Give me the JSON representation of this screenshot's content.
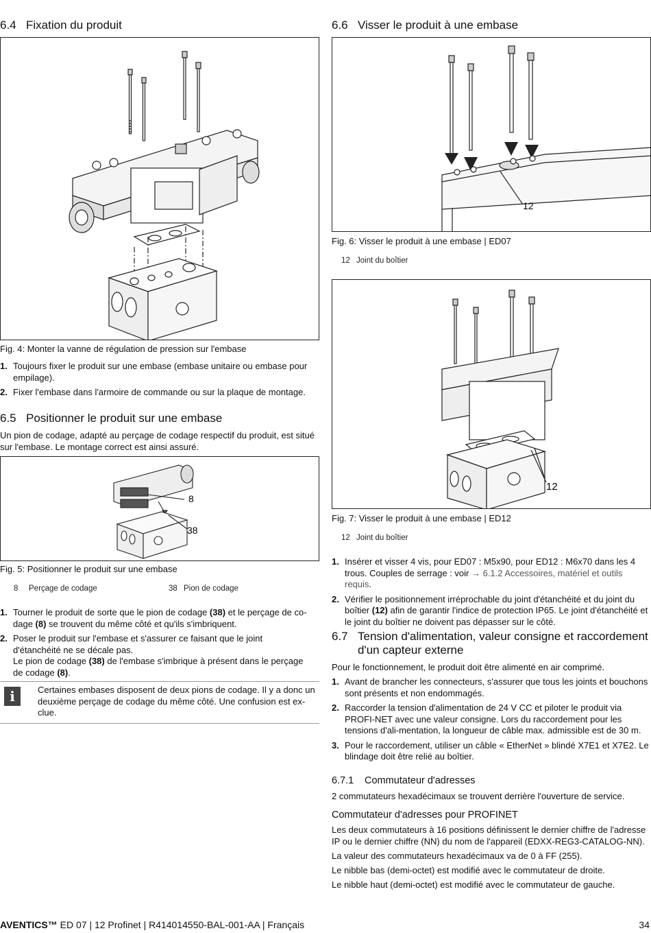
{
  "sec_6_4": {
    "num": "6.4",
    "title": "Fixation du produit"
  },
  "sec_6_6": {
    "num": "6.6",
    "title": "Visser le produit à une embase"
  },
  "fig4": {
    "caption": "Fig. 4: Monter la vanne de régulation de pression sur l'embase"
  },
  "steps_6_4": [
    {
      "n": "1.",
      "text": "Toujours fixer le produit sur une embase (embase unitaire ou embase pour empilage)."
    },
    {
      "n": "2.",
      "text": "Fixer l'embase dans l'armoire de commande ou sur la plaque de montage."
    }
  ],
  "sec_6_5": {
    "num": "6.5",
    "title": "Positionner le produit sur une embase",
    "intro": "Un pion de codage, adapté au perçage de codage respectif du produit, est situé sur l'embase. Le montage correct est ainsi assuré."
  },
  "fig5": {
    "caption": "Fig. 5: Positionner le produit sur une embase",
    "callout_a": "8",
    "callout_b": "38",
    "legend": [
      {
        "k": "8",
        "v": "Perçage de codage"
      },
      {
        "k": "38",
        "v": "Pion de codage"
      }
    ]
  },
  "steps_6_5": [
    {
      "n": "1.",
      "pre": "Tourner le produit de sorte que le pion de codage ",
      "b1": "(38)",
      "mid": " et le perçage de co-dage ",
      "b2": "(8)",
      "post": " se trouvent du même côté et qu'ils s'imbriquent."
    },
    {
      "n": "2.",
      "line1": "Poser le produit sur l'embase et s'assurer ce faisant que le joint d'étanchéité ne se décale pas.",
      "pre": "Le pion de codage ",
      "b1": "(38)",
      "mid": " de l'embase s'imbrique à présent dans le perçage de codage ",
      "b2": "(8)",
      "post": "."
    }
  ],
  "note": {
    "icon": "info-icon",
    "icon_glyph": "i",
    "text": "Certaines embases disposent de deux pions de codage. Il y a donc un deuxième perçage de codage du même côté. Une confusion est ex-clue."
  },
  "fig6": {
    "caption": "Fig. 6: Visser le produit à une embase | ED07",
    "callout": "12",
    "legend": [
      {
        "k": "12",
        "v": "Joint du boîtier"
      }
    ]
  },
  "fig7": {
    "caption": "Fig. 7: Visser le produit à une embase | ED12",
    "callout": "12",
    "legend": [
      {
        "k": "12",
        "v": "Joint du boîtier"
      }
    ]
  },
  "steps_6_6": [
    {
      "n": "1.",
      "text": "Insérer et visser 4 vis, pour ED07 : M5x90, pour ED12 : M6x70 dans les 4 trous. Couples de serrage : voir ",
      "link": "→ 6.1.2 Accessoires, matériel et outils requis",
      "after": "."
    },
    {
      "n": "2.",
      "pre": "Vérifier le positionnement irréprochable du joint d'étanchéité et du joint du boîtier ",
      "b1": "(12)",
      "post": " afin de garantir l'indice de protection IP65. Le joint d'étanchéité et le joint du boîtier ne doivent pas dépasser sur le côté."
    }
  ],
  "sec_6_7": {
    "num": "6.7",
    "title_line1": "Tension d'alimentation, valeur consigne et raccordement",
    "title_line2": "d'un capteur externe",
    "intro": "Pour le fonctionnement, le produit doit être alimenté en air comprimé."
  },
  "steps_6_7": [
    {
      "n": "1.",
      "text": "Avant de brancher les connecteurs, s'assurer que tous les joints et bouchons sont présents et non endommagés."
    },
    {
      "n": "2.",
      "text": "Raccorder la tension d'alimentation de 24 V CC et piloter le produit via PROFI-NET avec une valeur consigne. Lors du raccordement pour les tensions d'ali-mentation, la longueur de câble max. admissible est de 30 m."
    },
    {
      "n": "3.",
      "text": "Pour le raccordement, utiliser un câble « EtherNet » blindé X7E1 et X7E2. Le blindage doit être relié au boîtier."
    }
  ],
  "sec_6_7_1": {
    "num": "6.7.1",
    "title": "Commutateur d'adresses",
    "intro": "2 commutateurs hexadécimaux se trouvent derrière l'ouverture de service."
  },
  "profinet": {
    "title": "Commutateur d'adresses pour PROFINET",
    "paras": [
      "Les deux commutateurs à 16 positions définissent le dernier chiffre de l'adresse IP ou le dernier chiffre (NN) du nom de l'appareil (EDXX-REG3-CATALOG-NN).",
      "La valeur des commutateurs hexadécimaux va de 0 à FF (255).",
      "Le nibble bas (demi-octet) est modifié avec le commutateur de droite.",
      "Le nibble haut (demi-octet) est modifié avec le commutateur de gauche."
    ]
  },
  "footer": {
    "brand": "AVENTICS™",
    "doc": " ED 07 | 12 Profinet | R414014550-BAL-001-AA | Français",
    "page": "34"
  }
}
